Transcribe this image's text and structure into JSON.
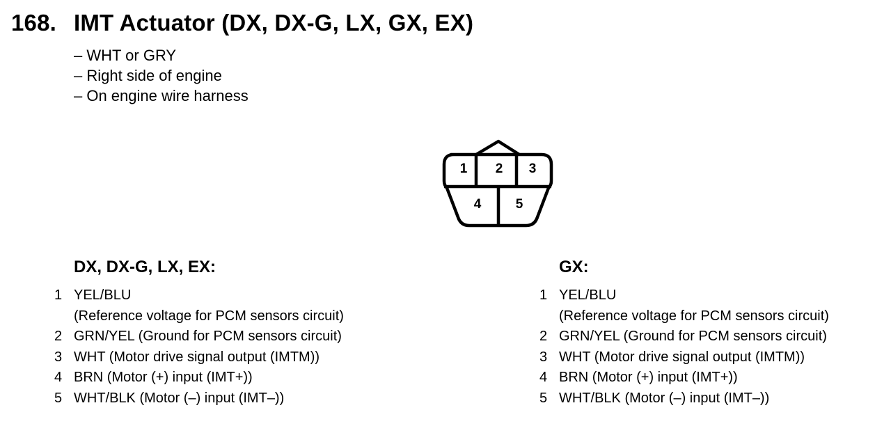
{
  "heading": {
    "number": "168.",
    "title": "IMT Actuator (DX, DX-G, LX, GX, EX)"
  },
  "notes": [
    "– WHT or GRY",
    "– Right side of engine",
    "– On engine wire harness"
  ],
  "connector": {
    "pins": [
      "1",
      "2",
      "3",
      "4",
      "5"
    ]
  },
  "left": {
    "heading": "DX, DX-G, LX, EX:",
    "pins": [
      {
        "num": "1",
        "line1": "YEL/BLU",
        "line2": "(Reference voltage for PCM sensors circuit)"
      },
      {
        "num": "2",
        "line1": "GRN/YEL (Ground for PCM sensors circuit)"
      },
      {
        "num": "3",
        "line1": "WHT (Motor drive signal output (IMTM))"
      },
      {
        "num": "4",
        "line1": "BRN (Motor (+) input (IMT+))"
      },
      {
        "num": "5",
        "line1": "WHT/BLK (Motor (–) input (IMT–))"
      }
    ]
  },
  "right": {
    "heading": "GX:",
    "pins": [
      {
        "num": "1",
        "line1": "YEL/BLU",
        "line2": "(Reference voltage for PCM sensors circuit)"
      },
      {
        "num": "2",
        "line1": "GRN/YEL (Ground for PCM sensors circuit)"
      },
      {
        "num": "3",
        "line1": "WHT (Motor drive signal output (IMTM))"
      },
      {
        "num": "4",
        "line1": "BRN (Motor (+) input (IMT+))"
      },
      {
        "num": "5",
        "line1": "WHT/BLK (Motor (–) input (IMT–))"
      }
    ]
  }
}
